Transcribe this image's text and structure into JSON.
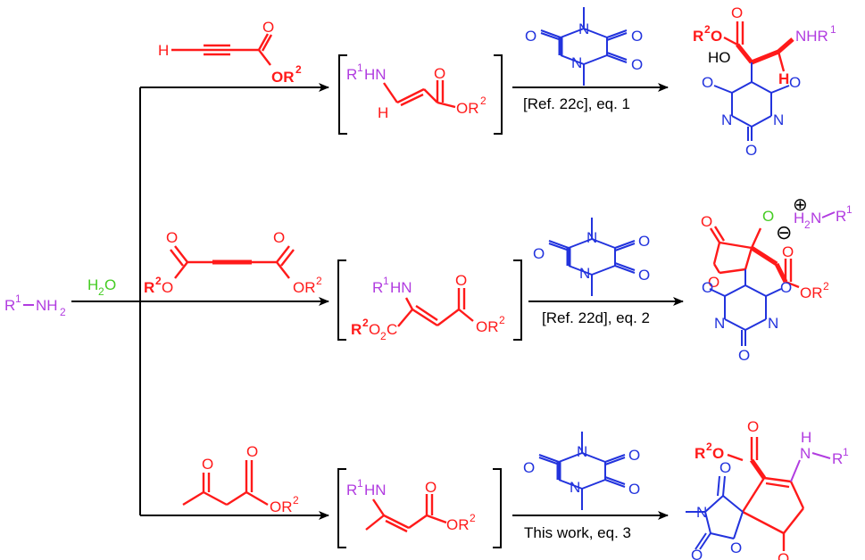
{
  "colors": {
    "reagent": "#ff1a1a",
    "barbiturate": "#2233dd",
    "amine": "#b13ce0",
    "water": "#44cc22",
    "arrow": "#000000"
  },
  "start": {
    "amine_r": "R",
    "amine_sup": "1",
    "amine_nh": "NH",
    "amine_sub": "2",
    "water": "H",
    "water_sub": "2",
    "water_o": "O"
  },
  "row1": {
    "alkyne_h": "H",
    "ester_or": "OR",
    "ester_sup": "2",
    "int_r1hn": "R",
    "int_sup1": "1",
    "int_hn": "HN",
    "int_h": "H",
    "int_or": "OR",
    "int_sup2": "2",
    "condition": "[Ref. 22c], eq. 1",
    "prod_r2o_r": "R",
    "prod_r2o_sup": "2",
    "prod_r2o_o": "O",
    "prod_nhr1": "NHR",
    "prod_nhr1_sup": "1",
    "prod_ho": "HO",
    "prod_h": "H"
  },
  "row2": {
    "r2o_r": "R",
    "r2o_sup": "2",
    "r2o_o": "O",
    "or_right": "OR",
    "or_right_sup": "2",
    "int_r1hn": "R",
    "int_sup1": "1",
    "int_hn": "HN",
    "int_r2o2c_r": "R",
    "int_r2o2c_sup": "2",
    "int_r2o2c_o": "O",
    "int_r2o2c_sub": "2",
    "int_r2o2c_c": "C",
    "int_or": "OR",
    "int_or_sup": "2",
    "condition": "[Ref. 22d], eq. 2",
    "prod_plus": "⊕",
    "prod_minus": "⊖",
    "prod_h2n_h": "H",
    "prod_h2n_sub": "2",
    "prod_h2n_n": "N",
    "prod_r1": "R",
    "prod_r1_sup": "1",
    "prod_or": "OR",
    "prod_or_sup": "2"
  },
  "row3": {
    "ester_or": "OR",
    "ester_sup": "2",
    "int_r1hn": "R",
    "int_sup1": "1",
    "int_hn": "HN",
    "int_or": "OR",
    "int_or_sup": "2",
    "condition": "This work, eq. 3",
    "prod_r2o_r": "R",
    "prod_r2o_sup": "2",
    "prod_r2o_o": "O",
    "prod_h": "H",
    "prod_n": "N",
    "prod_r1": "R",
    "prod_r1_sup": "1"
  },
  "atoms": {
    "o": "O",
    "n": "N"
  }
}
